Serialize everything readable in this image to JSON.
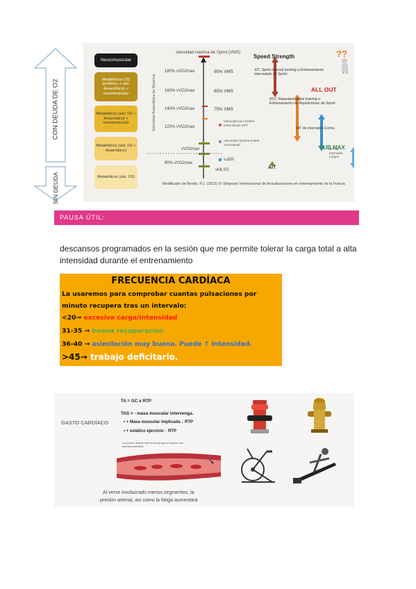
{
  "figure1": {
    "left_arrow_top_label": "CON DEUDA DE O2",
    "left_arrow_bottom_label": "SIN DEUDA",
    "levels": [
      "Neuromuscular",
      "Metabólicos (O2 periférico + sist. Anaeróbico) + neuromuscular",
      "Metabólicos (sist. O2 + Anaeróbico) + neuromuscular",
      "Metabólicos (sist. O2 + Anaeróbico)",
      "Metabólicos (sist. O2)"
    ],
    "vertical_axis_label": "Velocidad Anaeróbica de Reserva",
    "top_label": "Velocidad máxima de Sprint (VMS)",
    "vvo2_rows": [
      "180% vVO2max",
      "160% vVO2max",
      "140% vVO2max",
      "120% vVO2max",
      "vVO2max",
      "90% vVO2max"
    ],
    "vms_rows": [
      "95% VMS",
      "85% VMS",
      "75% VMS"
    ],
    "speed_strength": "Speed Strength",
    "sit": "SIT, Sprint interval training o Entrenamiento intervalado de Sprint",
    "rst": "RST, Repeated Sprint training o Entrenamiento de Repeticiones de Sprint",
    "all_out": "ALL OUT",
    "hit_cortos": "HIT de intervalos Cortos",
    "sub_max": "SUB MAX",
    "hit_largos": "HIT de intervalos Largos",
    "legend_pico": "Velocidad pico Entest intermitente VIFT",
    "legend_maxima": "Velocidad máxima entest incremental",
    "legend_v": "v.Δ50",
    "vmlss": "vMLSS",
    "ait": "AIT",
    "citation": "Modificado de Benito, P.J. (2013) VI Simposio Internacional de Actualizaciones en entrenamiento de la Fuerza"
  },
  "pausa_label": "PAUSA ÚTIL:",
  "paragraph": "descansos programados en la sesión que me permite tolerar la carga total a alta intensidad durante el entrenamiento",
  "frecuencia": {
    "title": "FRECUENCIA CARDÍACA",
    "intro1": "La usaremos para comprobar cuantas pulsaciones por",
    "intro2": "minuto recupera tras un intervalo:",
    "r1_range": "<20→",
    "r1_text": "excesiva carga/intensidad",
    "r2_range": "31-35 →",
    "r2_text": "buena recuperacion",
    "r3_range": "36-40 →",
    "r3_text": "asimilación muy buena. Puede ↑ intensidad.",
    "r4_range": ">45→",
    "r4_text": "trabajo deficitario."
  },
  "figure2": {
    "title": "GASTO CARDÍACO",
    "f1": "TA = GC x RTP",
    "f2": "TAS > - masa muscular intervenga.",
    "f3": "+ Masa muscular implicada ↓ RTP",
    "f4": "+ estático ejercicio ↑ RTP",
    "vessel_caption": "La presión arterial mide la fuerza que se aplica a las paredes arteriales",
    "caption1": "Al verse involucrado menos segmentos, la",
    "caption2": "presión arterial, así como la fatiga aumentará"
  },
  "colors": {
    "pink": "#e0398a",
    "orange": "#f7a800",
    "red": "#ff1a1a",
    "green": "#4caf50",
    "blue": "#2f6fd6",
    "white": "#ffffff"
  }
}
